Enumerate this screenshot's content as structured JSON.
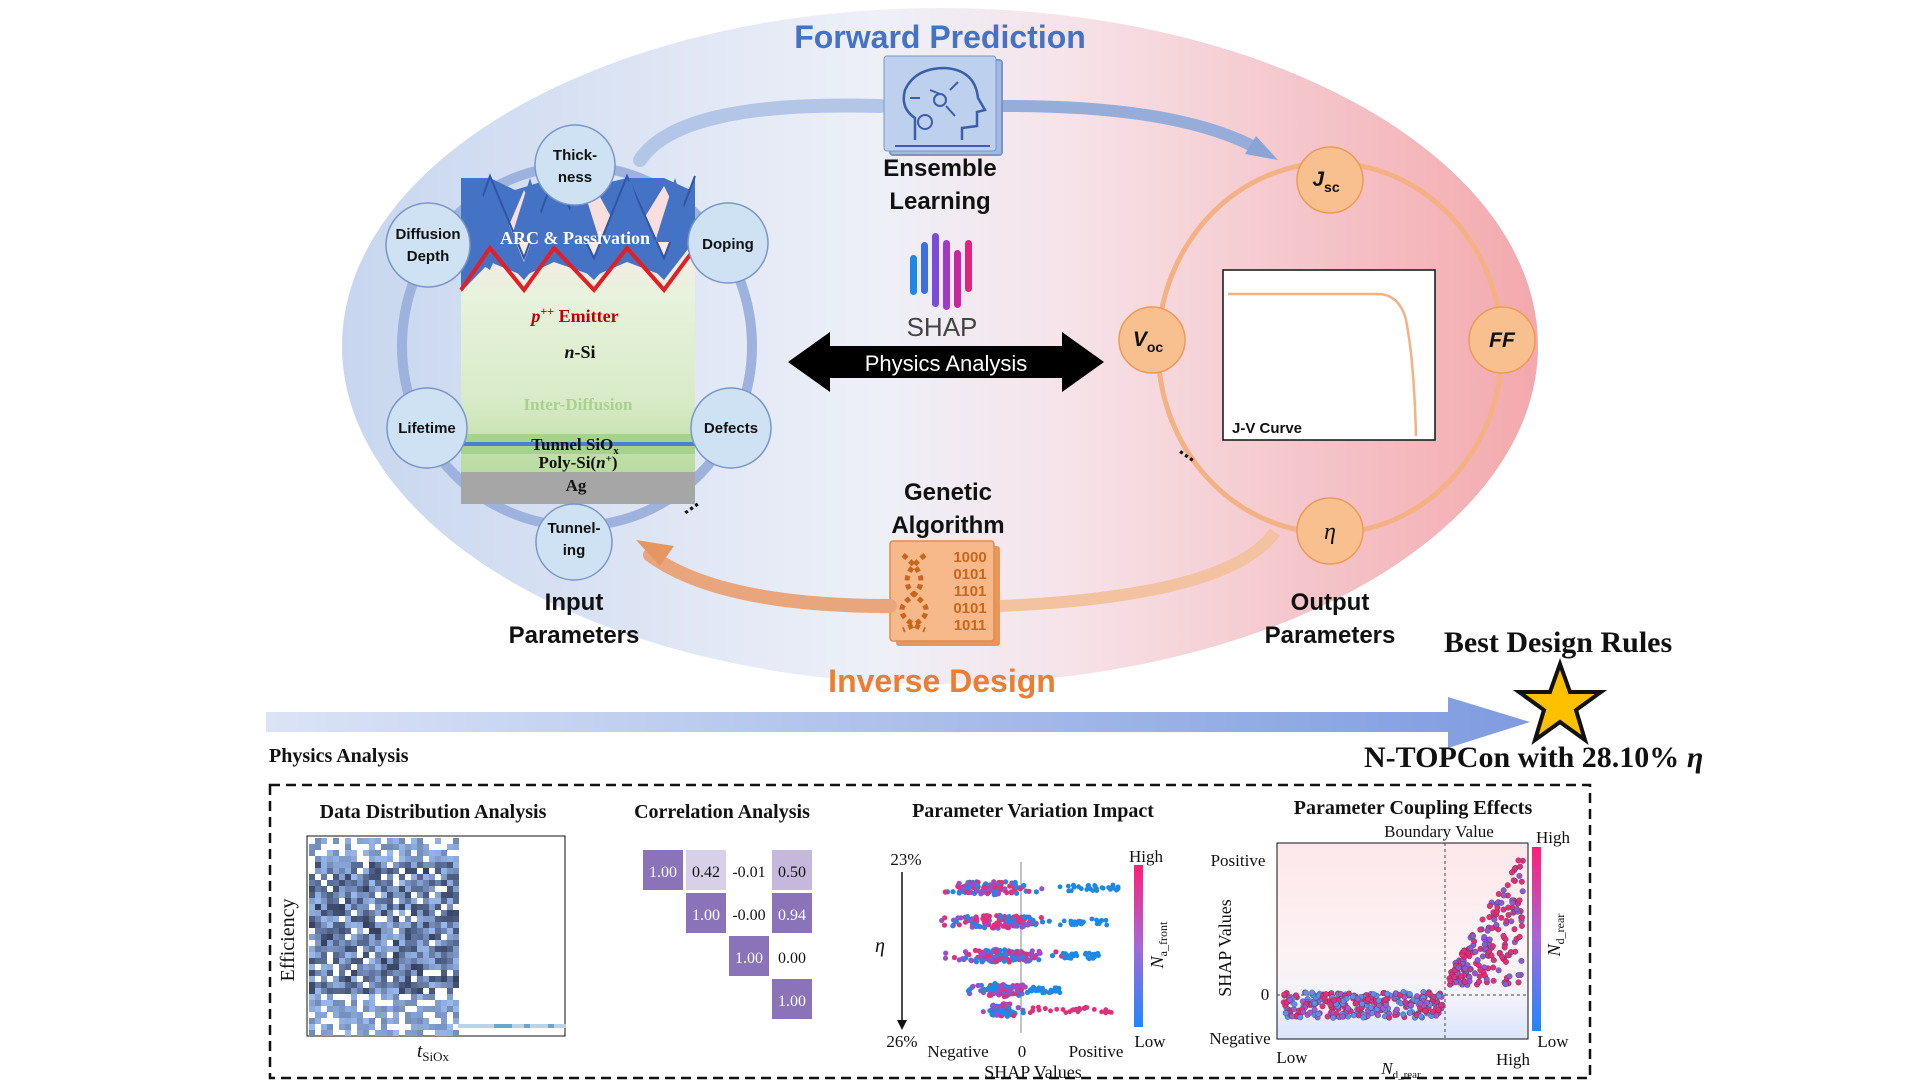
{
  "forward": {
    "title": "Forward Prediction",
    "ensemble_line1": "Ensemble",
    "ensemble_line2": "Learning"
  },
  "shap": {
    "logo_text": "SHAP",
    "physics_analysis": "Physics Analysis"
  },
  "genetic": {
    "line1": "Genetic",
    "line2": "Algorithm",
    "binary": [
      "1000",
      "0101",
      "1101",
      "0101",
      "1011"
    ]
  },
  "inverse": {
    "title": "Inverse Design"
  },
  "input": {
    "title_line1": "Input",
    "title_line2": "Parameters",
    "nodes": {
      "thickness": [
        "Thick-",
        "ness"
      ],
      "diffusion": [
        "Diffusion",
        "Depth"
      ],
      "doping": [
        "Doping"
      ],
      "lifetime": [
        "Lifetime"
      ],
      "defects": [
        "Defects"
      ],
      "tunneling": [
        "Tunnel-",
        "ing"
      ]
    },
    "ellipsis": "..."
  },
  "cell": {
    "arc": "ARC & Passivation",
    "emitter": "Emitter",
    "emitter_prefix": "p",
    "emitter_sup": "++",
    "nsi_prefix": "n",
    "nsi_suffix": "-Si",
    "interdiffusion": "Inter-Diffusion",
    "tunnel": "Tunnel SiO",
    "tunnel_sub": "x",
    "poly": "Poly-Si(",
    "poly_n": "n",
    "poly_sup": "+",
    "poly_end": ")",
    "ag": "Ag"
  },
  "output": {
    "title_line1": "Output",
    "title_line2": "Parameters",
    "jsc": "J",
    "jsc_sub": "sc",
    "voc": "V",
    "voc_sub": "oc",
    "ff": "FF",
    "eta": "η",
    "jv_label": "J-V Curve",
    "ellipsis": "..."
  },
  "best": {
    "title": "Best Design Rules",
    "subtitle": "N-TOPCon with 28.10% ",
    "eta": "η"
  },
  "physics_section": {
    "label": "Physics Analysis"
  },
  "panels": {
    "distribution": {
      "title": "Data Distribution Analysis",
      "ylabel": "Efficiency",
      "xlabel": "t",
      "xlabel_sub": "SiOx"
    },
    "correlation": {
      "title": "Correlation Analysis",
      "rows": [
        [
          "1.00",
          "0.42",
          "-0.01",
          "0.50"
        ],
        [
          "1.00",
          "-0.00",
          "0.94"
        ],
        [
          "1.00",
          "0.00"
        ],
        [
          "1.00"
        ]
      ]
    },
    "variation": {
      "title": "Parameter Variation Impact",
      "top": "23%",
      "bottom": "26%",
      "eta": "η",
      "neg": "Negative",
      "zero": "0",
      "pos": "Positive",
      "xlabel": "SHAP Values",
      "high": "High",
      "low": "Low",
      "cbar_label": "N",
      "cbar_sub": "a_front"
    },
    "coupling": {
      "title": "Parameter Coupling Effects",
      "boundary": "Boundary Value",
      "positive": "Positive",
      "zero": "0",
      "negative": "Negative",
      "ylabel": "SHAP Values",
      "low": "Low",
      "high": "High",
      "xlabel": "N",
      "xlabel_sub": "d_rear",
      "cbar_high": "High",
      "cbar_low": "Low",
      "cbar_label": "N",
      "cbar_sub": "d_rear"
    }
  },
  "colors": {
    "blue": "#4472c4",
    "orange": "#ed7d31",
    "node_blue": "#cfe2f3",
    "node_orange": "#f8c08f"
  }
}
